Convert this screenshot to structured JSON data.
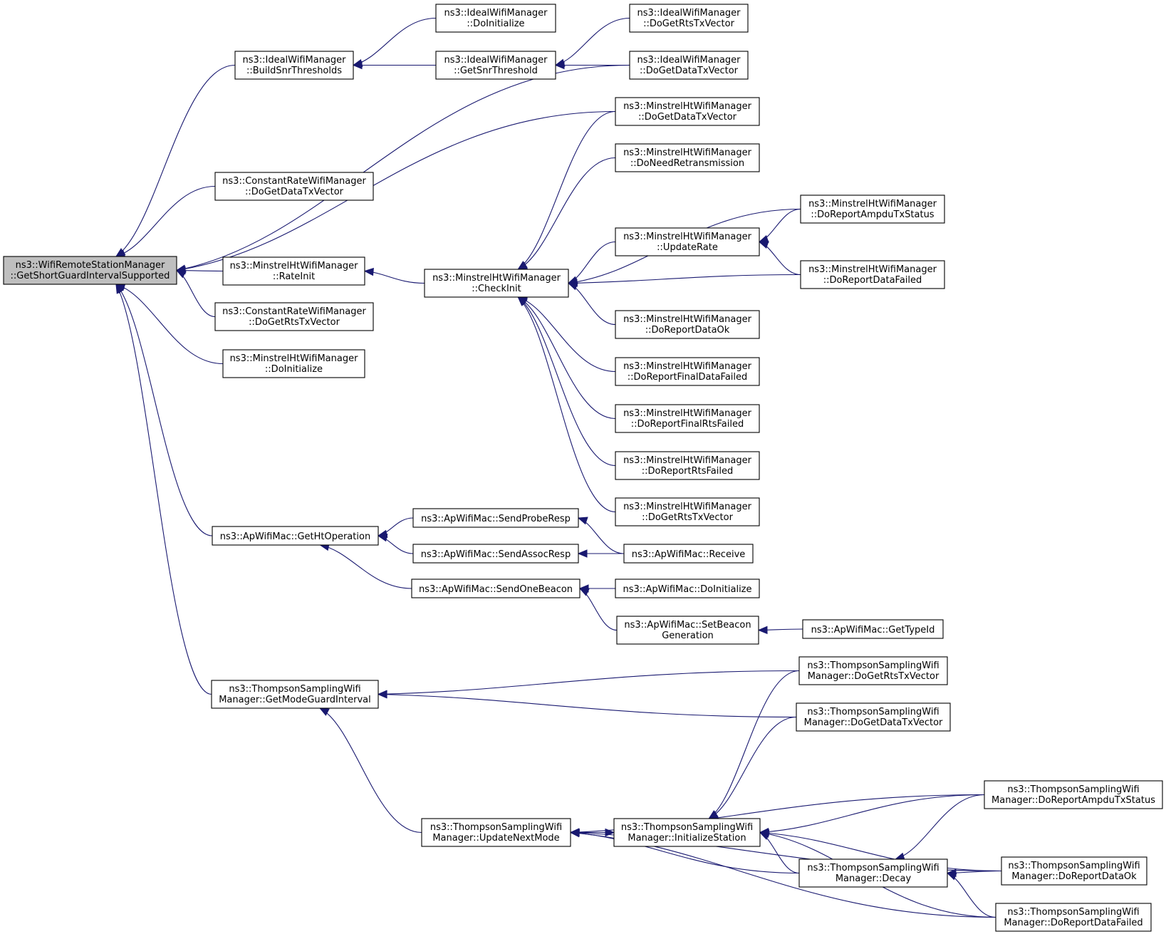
{
  "nodes": [
    {
      "id": "root",
      "line1": "ns3::WifiRemoteStationManager",
      "line2": "::GetShortGuardIntervalSupported",
      "highlight": true
    },
    {
      "id": "iwm_build",
      "line1": "ns3::IdealWifiManager",
      "line2": "::BuildSnrThresholds"
    },
    {
      "id": "iwm_doinit",
      "line1": "ns3::IdealWifiManager",
      "line2": "::DoInitialize"
    },
    {
      "id": "iwm_getsnr",
      "line1": "ns3::IdealWifiManager",
      "line2": "::GetSnrThreshold"
    },
    {
      "id": "iwm_dortstx",
      "line1": "ns3::IdealWifiManager",
      "line2": "::DoGetRtsTxVector"
    },
    {
      "id": "iwm_dodatatx",
      "line1": "ns3::IdealWifiManager",
      "line2": "::DoGetDataTxVector"
    },
    {
      "id": "crm_dodatatx",
      "line1": "ns3::ConstantRateWifiManager",
      "line2": "::DoGetDataTxVector"
    },
    {
      "id": "crm_dortstx",
      "line1": "ns3::ConstantRateWifiManager",
      "line2": "::DoGetRtsTxVector"
    },
    {
      "id": "mh_rateinit",
      "line1": "ns3::MinstrelHtWifiManager",
      "line2": "::RateInit"
    },
    {
      "id": "mh_doinit",
      "line1": "ns3::MinstrelHtWifiManager",
      "line2": "::DoInitialize"
    },
    {
      "id": "mh_checkinit",
      "line1": "ns3::MinstrelHtWifiManager",
      "line2": "::CheckInit"
    },
    {
      "id": "mh_dodatatx",
      "line1": "ns3::MinstrelHtWifiManager",
      "line2": "::DoGetDataTxVector"
    },
    {
      "id": "mh_doneedretx",
      "line1": "ns3::MinstrelHtWifiManager",
      "line2": "::DoNeedRetransmission"
    },
    {
      "id": "mh_updaterate",
      "line1": "ns3::MinstrelHtWifiManager",
      "line2": "::UpdateRate"
    },
    {
      "id": "mh_doreportampdu",
      "line1": "ns3::MinstrelHtWifiManager",
      "line2": "::DoReportAmpduTxStatus"
    },
    {
      "id": "mh_doreportdatafailed",
      "line1": "ns3::MinstrelHtWifiManager",
      "line2": "::DoReportDataFailed"
    },
    {
      "id": "mh_doreportdataok",
      "line1": "ns3::MinstrelHtWifiManager",
      "line2": "::DoReportDataOk"
    },
    {
      "id": "mh_doreportfinaldatafailed",
      "line1": "ns3::MinstrelHtWifiManager",
      "line2": "::DoReportFinalDataFailed"
    },
    {
      "id": "mh_doreportfinalrtsfailed",
      "line1": "ns3::MinstrelHtWifiManager",
      "line2": "::DoReportFinalRtsFailed"
    },
    {
      "id": "mh_doreportrtsfailed",
      "line1": "ns3::MinstrelHtWifiManager",
      "line2": "::DoReportRtsFailed"
    },
    {
      "id": "mh_dortstx",
      "line1": "ns3::MinstrelHtWifiManager",
      "line2": "::DoGetRtsTxVector"
    },
    {
      "id": "ap_getht",
      "line1": "ns3::ApWifiMac::GetHtOperation",
      "line2": ""
    },
    {
      "id": "ap_sendprobe",
      "line1": "ns3::ApWifiMac::SendProbeResp",
      "line2": ""
    },
    {
      "id": "ap_sendassoc",
      "line1": "ns3::ApWifiMac::SendAssocResp",
      "line2": ""
    },
    {
      "id": "ap_sendbeacon",
      "line1": "ns3::ApWifiMac::SendOneBeacon",
      "line2": ""
    },
    {
      "id": "ap_receive",
      "line1": "ns3::ApWifiMac::Receive",
      "line2": ""
    },
    {
      "id": "ap_doinit",
      "line1": "ns3::ApWifiMac::DoInitialize",
      "line2": ""
    },
    {
      "id": "ap_setbeacon",
      "line1": "ns3::ApWifiMac::SetBeacon",
      "line2": "Generation"
    },
    {
      "id": "ap_gettypeid",
      "line1": "ns3::ApWifiMac::GetTypeId",
      "line2": ""
    },
    {
      "id": "ts_getmodegi",
      "line1": "ns3::ThompsonSamplingWifi",
      "line2": "Manager::GetModeGuardInterval"
    },
    {
      "id": "ts_dortstx",
      "line1": "ns3::ThompsonSamplingWifi",
      "line2": "Manager::DoGetRtsTxVector"
    },
    {
      "id": "ts_dodatatx",
      "line1": "ns3::ThompsonSamplingWifi",
      "line2": "Manager::DoGetDataTxVector"
    },
    {
      "id": "ts_updatenext",
      "line1": "ns3::ThompsonSamplingWifi",
      "line2": "Manager::UpdateNextMode"
    },
    {
      "id": "ts_initstation",
      "line1": "ns3::ThompsonSamplingWifi",
      "line2": "Manager::InitializeStation"
    },
    {
      "id": "ts_doreportampdu",
      "line1": "ns3::ThompsonSamplingWifi",
      "line2": "Manager::DoReportAmpduTxStatus"
    },
    {
      "id": "ts_decay",
      "line1": "ns3::ThompsonSamplingWifi",
      "line2": "Manager::Decay"
    },
    {
      "id": "ts_doreportdataok",
      "line1": "ns3::ThompsonSamplingWifi",
      "line2": "Manager::DoReportDataOk"
    },
    {
      "id": "ts_doreportdatafailed",
      "line1": "ns3::ThompsonSamplingWifi",
      "line2": "Manager::DoReportDataFailed"
    }
  ],
  "edges": [
    {
      "from": "iwm_build",
      "to": "root"
    },
    {
      "from": "iwm_doinit",
      "to": "iwm_build"
    },
    {
      "from": "iwm_getsnr",
      "to": "iwm_build"
    },
    {
      "from": "iwm_dortstx",
      "to": "iwm_getsnr"
    },
    {
      "from": "iwm_dodatatx",
      "to": "iwm_getsnr"
    },
    {
      "from": "iwm_dodatatx",
      "to": "root"
    },
    {
      "from": "crm_dodatatx",
      "to": "root"
    },
    {
      "from": "mh_dodatatx",
      "to": "root"
    },
    {
      "from": "mh_rateinit",
      "to": "root"
    },
    {
      "from": "crm_dortstx",
      "to": "root"
    },
    {
      "from": "mh_doinit",
      "to": "root"
    },
    {
      "from": "ap_getht",
      "to": "root"
    },
    {
      "from": "ts_getmodegi",
      "to": "root"
    },
    {
      "from": "mh_checkinit",
      "to": "mh_rateinit"
    },
    {
      "from": "mh_dodatatx",
      "to": "mh_checkinit"
    },
    {
      "from": "mh_doneedretx",
      "to": "mh_checkinit"
    },
    {
      "from": "mh_doreportampdu",
      "to": "mh_checkinit"
    },
    {
      "from": "mh_updaterate",
      "to": "mh_checkinit"
    },
    {
      "from": "mh_doreportdatafailed",
      "to": "mh_checkinit"
    },
    {
      "from": "mh_doreportdataok",
      "to": "mh_checkinit"
    },
    {
      "from": "mh_doreportfinaldatafailed",
      "to": "mh_checkinit"
    },
    {
      "from": "mh_doreportfinalrtsfailed",
      "to": "mh_checkinit"
    },
    {
      "from": "mh_doreportrtsfailed",
      "to": "mh_checkinit"
    },
    {
      "from": "mh_dortstx",
      "to": "mh_checkinit"
    },
    {
      "from": "mh_doreportampdu",
      "to": "mh_updaterate"
    },
    {
      "from": "mh_doreportdatafailed",
      "to": "mh_updaterate"
    },
    {
      "from": "ap_sendprobe",
      "to": "ap_getht"
    },
    {
      "from": "ap_sendassoc",
      "to": "ap_getht"
    },
    {
      "from": "ap_sendbeacon",
      "to": "ap_getht"
    },
    {
      "from": "ap_receive",
      "to": "ap_sendprobe"
    },
    {
      "from": "ap_receive",
      "to": "ap_sendassoc"
    },
    {
      "from": "ap_doinit",
      "to": "ap_sendbeacon"
    },
    {
      "from": "ap_setbeacon",
      "to": "ap_sendbeacon"
    },
    {
      "from": "ap_gettypeid",
      "to": "ap_setbeacon"
    },
    {
      "from": "ts_dortstx",
      "to": "ts_getmodegi"
    },
    {
      "from": "ts_dodatatx",
      "to": "ts_getmodegi"
    },
    {
      "from": "ts_updatenext",
      "to": "ts_getmodegi"
    },
    {
      "from": "ts_dortstx",
      "to": "ts_initstation"
    },
    {
      "from": "ts_dodatatx",
      "to": "ts_initstation"
    },
    {
      "from": "ts_doreportampdu",
      "to": "ts_updatenext"
    },
    {
      "from": "ts_initstation",
      "to": "ts_updatenext"
    },
    {
      "from": "ts_updatenext",
      "to": "ts_initstation"
    },
    {
      "from": "ts_decay",
      "to": "ts_updatenext"
    },
    {
      "from": "ts_doreportdataok",
      "to": "ts_updatenext"
    },
    {
      "from": "ts_doreportdatafailed",
      "to": "ts_updatenext"
    },
    {
      "from": "ts_doreportampdu",
      "to": "ts_initstation"
    },
    {
      "from": "ts_decay",
      "to": "ts_initstation"
    },
    {
      "from": "ts_doreportdataok",
      "to": "ts_initstation"
    },
    {
      "from": "ts_doreportdatafailed",
      "to": "ts_initstation"
    },
    {
      "from": "ts_doreportampdu",
      "to": "ts_decay"
    },
    {
      "from": "ts_doreportdataok",
      "to": "ts_decay"
    },
    {
      "from": "ts_doreportdatafailed",
      "to": "ts_decay"
    }
  ]
}
